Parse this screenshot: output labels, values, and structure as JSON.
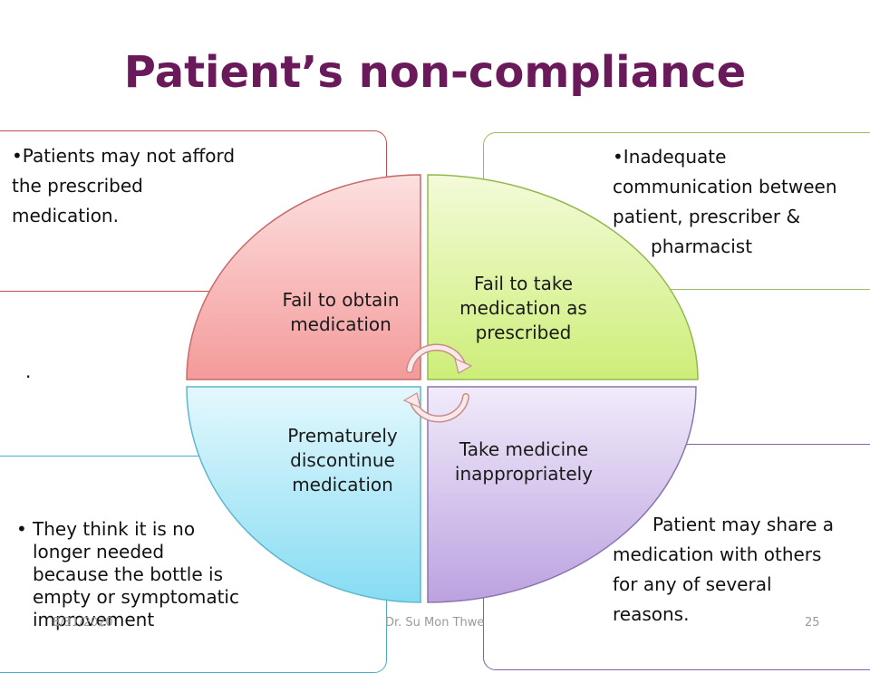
{
  "slide": {
    "title": "Patient’s non-compliance",
    "stray_mark": ".",
    "corners": {
      "top_left": {
        "lines": [
          "•Patients may not afford",
          "the prescribed",
          "medication."
        ]
      },
      "top_right": {
        "lines": [
          "•Inadequate",
          "communication between",
          "patient, prescriber &",
          "pharmacist"
        ]
      },
      "bottom_left": {
        "bullet": "•",
        "lines": [
          "They think it is no",
          "longer needed",
          "because the bottle is",
          "empty or symptomatic",
          "improvement"
        ]
      },
      "bottom_right": {
        "lines": [
          "Patient may share a",
          "medication with others",
          "for any of several",
          "reasons."
        ]
      }
    },
    "quadrants": {
      "top_left": {
        "lines": [
          "Fail to obtain",
          "medication"
        ],
        "color": "#f4a3a3"
      },
      "top_right": {
        "lines": [
          "Fail to take",
          "medication as",
          "prescribed"
        ],
        "color": "#d6f28c"
      },
      "bottom_left": {
        "lines": [
          "Prematurely",
          "discontinue",
          "medication"
        ],
        "color": "#9ee3f5"
      },
      "bottom_right": {
        "lines": [
          "Take medicine",
          "inappropriately"
        ],
        "color": "#cbb7e6"
      }
    },
    "footer": {
      "date": "8/31/2020",
      "author": "Dr. Su Mon Thwe",
      "page": "25"
    },
    "colors": {
      "title": "#6a1a5a",
      "border_top_left": "#c0504d",
      "border_top_right": "#9bbb59",
      "border_bottom_left": "#4bacc6",
      "border_bottom_right": "#8064a2"
    }
  }
}
